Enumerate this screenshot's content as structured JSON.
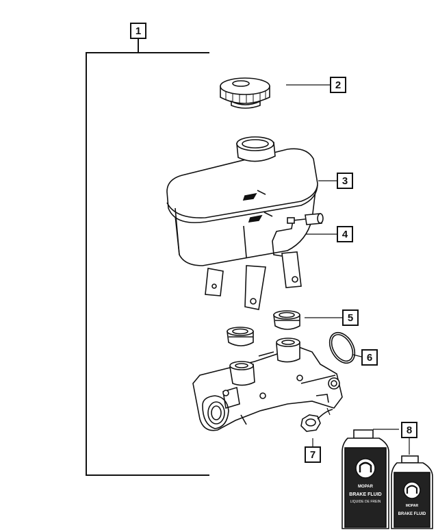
{
  "callouts": {
    "c1": "1",
    "c2": "2",
    "c3": "3",
    "c4": "4",
    "c5": "5",
    "c6": "6",
    "c7": "7",
    "c8": "8"
  },
  "bottle_large": {
    "brand": "MOPAR",
    "product": "BRAKE FLUID",
    "subtitle": "LIQUIDE DE FREIN"
  },
  "bottle_small": {
    "brand": "MOPAR",
    "product": "BRAKE FLUID"
  },
  "line_color": "#111111"
}
